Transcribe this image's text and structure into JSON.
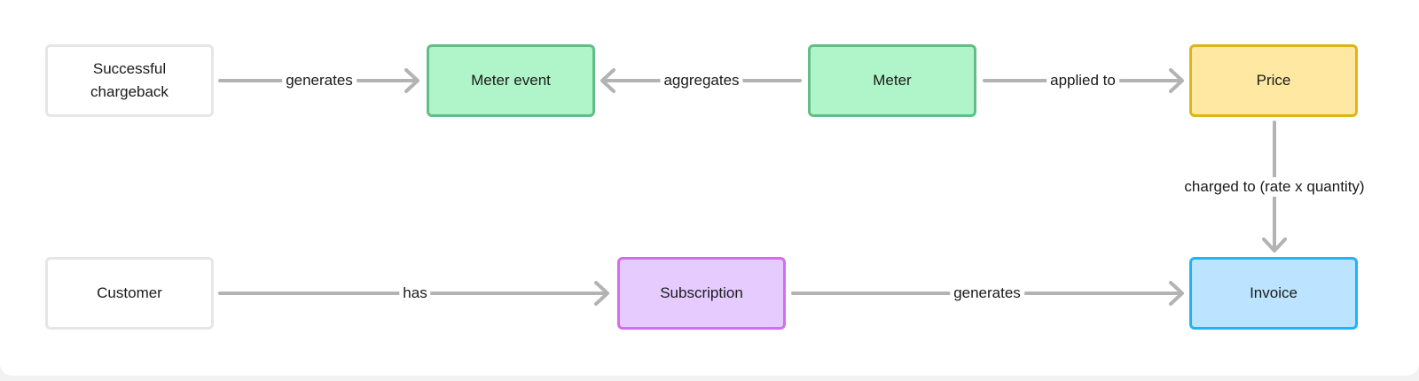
{
  "nodes": {
    "chargeback": "Successful\nchargeback",
    "meter_event": "Meter event",
    "meter": "Meter",
    "price": "Price",
    "customer": "Customer",
    "subscription": "Subscription",
    "invoice": "Invoice"
  },
  "edges": {
    "chargeback_to_meter_event": "generates",
    "meter_to_meter_event": "aggregates",
    "meter_to_price": "applied to",
    "price_to_invoice": "charged to (rate x quantity)",
    "customer_to_subscription": "has",
    "subscription_to_invoice": "generates"
  },
  "colors": {
    "green_fill": "#b0f5c9",
    "green_border": "#63bd86",
    "yellow_fill": "#ffe9a2",
    "yellow_border": "#ddb519",
    "purple_fill": "#e5cbff",
    "purple_border": "#d46cf2",
    "blue_fill": "#bce3ff",
    "blue_border": "#1db5f7",
    "neutral_border": "#e6e6e6",
    "connector": "#b3b3b3"
  }
}
